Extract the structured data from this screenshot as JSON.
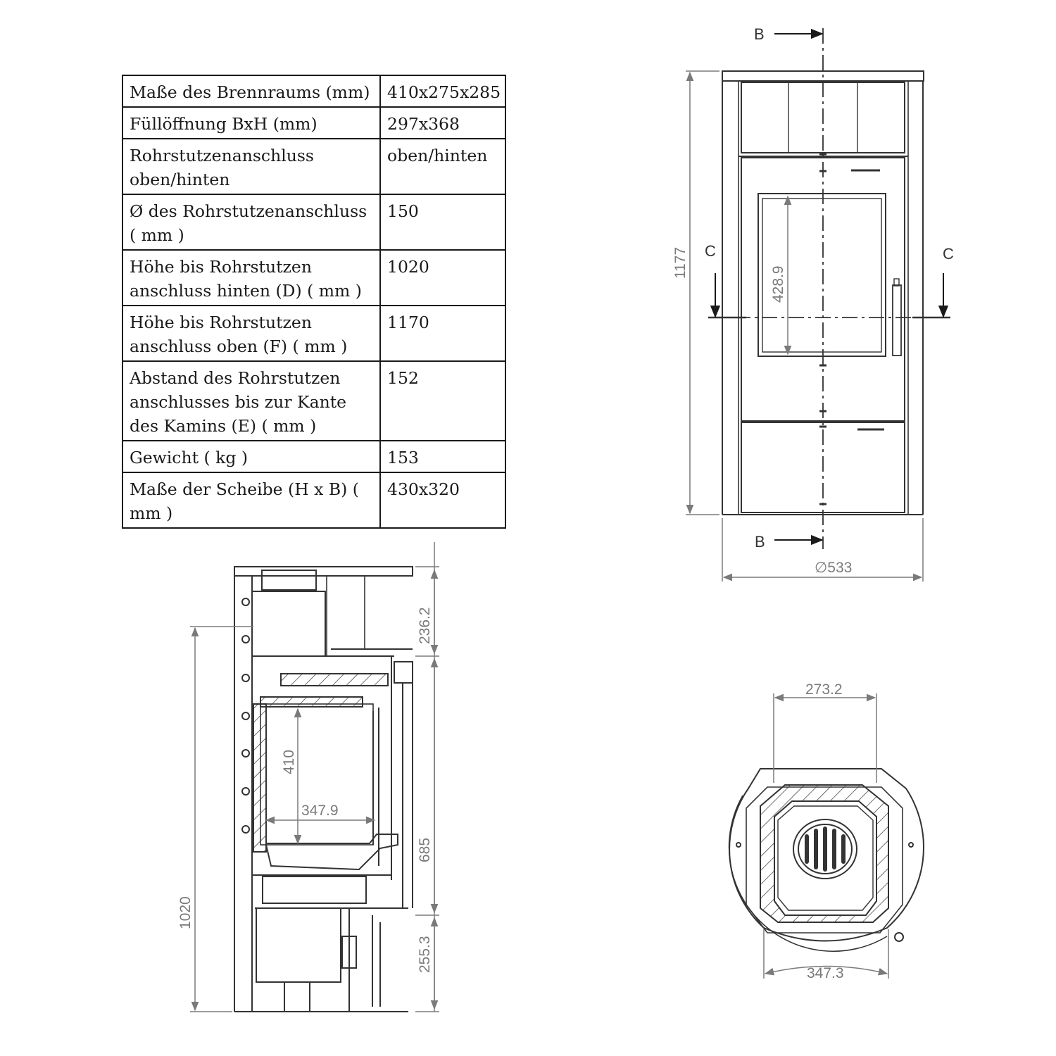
{
  "specs": [
    {
      "label": "Maße des Brennraums (mm)",
      "value": "410x275x285"
    },
    {
      "label": "Füllöffnung BxH (mm)",
      "value": "297x368"
    },
    {
      "label": "Rohrstutzenanschluss oben/hinten",
      "value": "oben/hinten"
    },
    {
      "label": "Ø des  Rohrstutzenanschluss ( mm )",
      "value": "150"
    },
    {
      "label": "Höhe bis  Rohrstutzen anschluss hinten (D) ( mm )",
      "value": "1020"
    },
    {
      "label": "Höhe bis  Rohrstutzen anschluss oben  (F) ( mm )",
      "value": "1170"
    },
    {
      "label": "Abstand des  Rohrstutzen anschlusses bis zur Kante des Kamins (E) ( mm )",
      "value": "152"
    },
    {
      "label": "Gewicht  ( kg )",
      "value": "153"
    },
    {
      "label": "Maße der Scheibe (H x B) ( mm )",
      "value": "430x320"
    }
  ],
  "front_view": {
    "height": "1177",
    "diameter": "∅533",
    "glass_height": "428.9",
    "section_b": "B",
    "section_c": "C"
  },
  "side_view": {
    "total_height": "1020",
    "top_offset": "236.2",
    "chamber_height": "410",
    "chamber_width": "347.9",
    "mid_height": "685",
    "base_height": "255.3"
  },
  "plan_view": {
    "top_width": "273.2",
    "bottom_width": "347.3"
  },
  "colors": {
    "line": "#333333",
    "dim": "#7a7a7a"
  }
}
